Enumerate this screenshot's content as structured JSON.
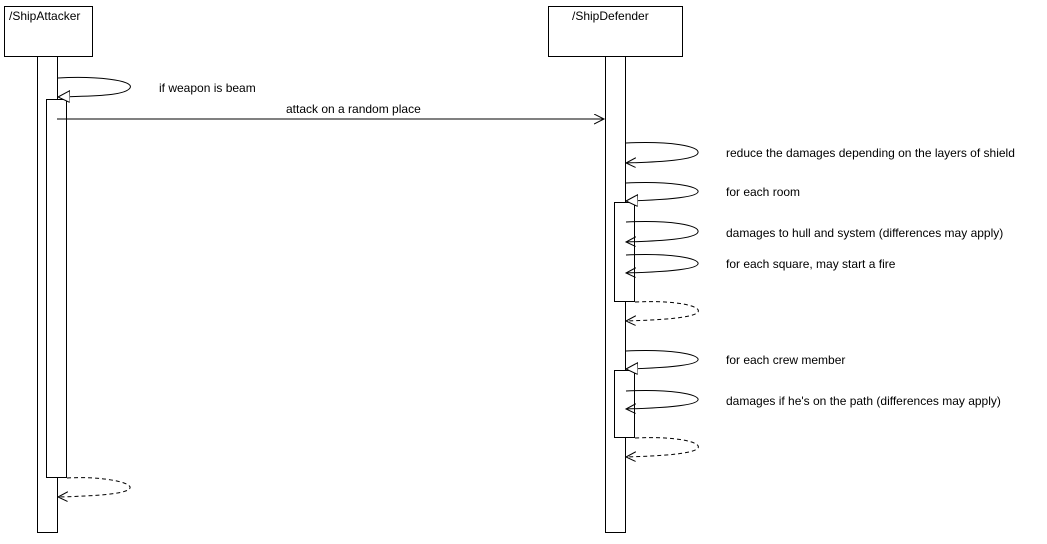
{
  "lifelines": [
    {
      "id": "attacker",
      "name": "/ShipAttacker"
    },
    {
      "id": "defender",
      "name": "/ShipDefender"
    }
  ],
  "messages": [
    {
      "id": "weapon-beam",
      "text": "if weapon is beam",
      "kind": "self-call",
      "lifeline": "attacker"
    },
    {
      "id": "attack-random-place",
      "text": "attack on a random place",
      "kind": "call",
      "from": "attacker",
      "to": "defender"
    },
    {
      "id": "reduce-damages",
      "text": "reduce the damages depending on the layers of shield",
      "kind": "self-call",
      "lifeline": "defender"
    },
    {
      "id": "each-room",
      "text": "for each room",
      "kind": "self-call",
      "lifeline": "defender"
    },
    {
      "id": "damages-hull-system",
      "text": "damages to hull and system (differences may apply)",
      "kind": "self-call",
      "lifeline": "defender"
    },
    {
      "id": "each-square-fire",
      "text": "for each square, may start a fire",
      "kind": "self-call",
      "lifeline": "defender"
    },
    {
      "id": "each-room-return",
      "text": "",
      "kind": "return",
      "lifeline": "defender"
    },
    {
      "id": "each-crew-member",
      "text": "for each crew member",
      "kind": "self-call",
      "lifeline": "defender"
    },
    {
      "id": "damages-path",
      "text": "damages if he's on the path (differences may apply)",
      "kind": "self-call",
      "lifeline": "defender"
    },
    {
      "id": "each-crew-return",
      "text": "",
      "kind": "return",
      "lifeline": "defender"
    },
    {
      "id": "weapon-beam-return",
      "text": "",
      "kind": "return",
      "lifeline": "attacker"
    }
  ]
}
